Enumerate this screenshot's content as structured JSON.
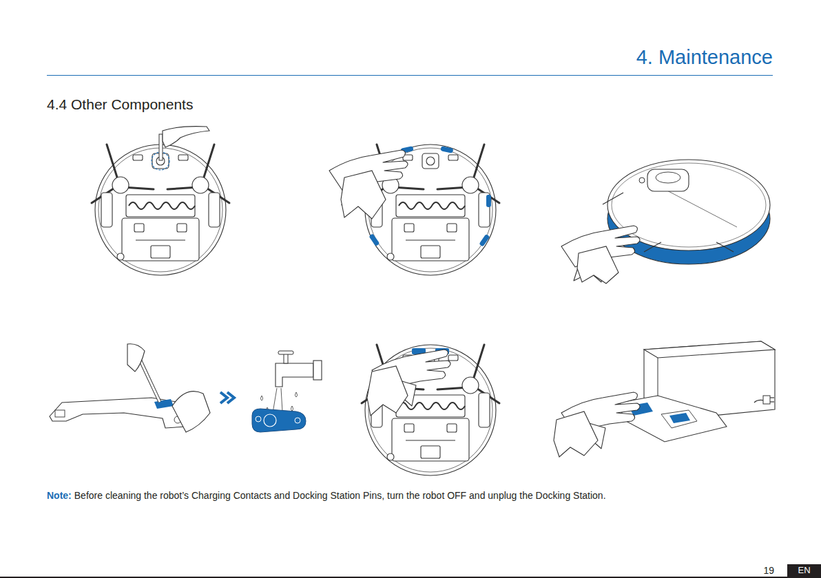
{
  "diagram": {
    "title": "4. Maintenance",
    "nodes": [
      {
        "text": [
          "EN"
        ]
      }
    ],
    "labels": [
      "4.4 Other Components",
      "Note:",
      "Before cleaning the robot’s Charging Contacts and Docking Station Pins, turn the robot OFF and unplug the Docking Station.",
      "19"
    ]
  }
}
